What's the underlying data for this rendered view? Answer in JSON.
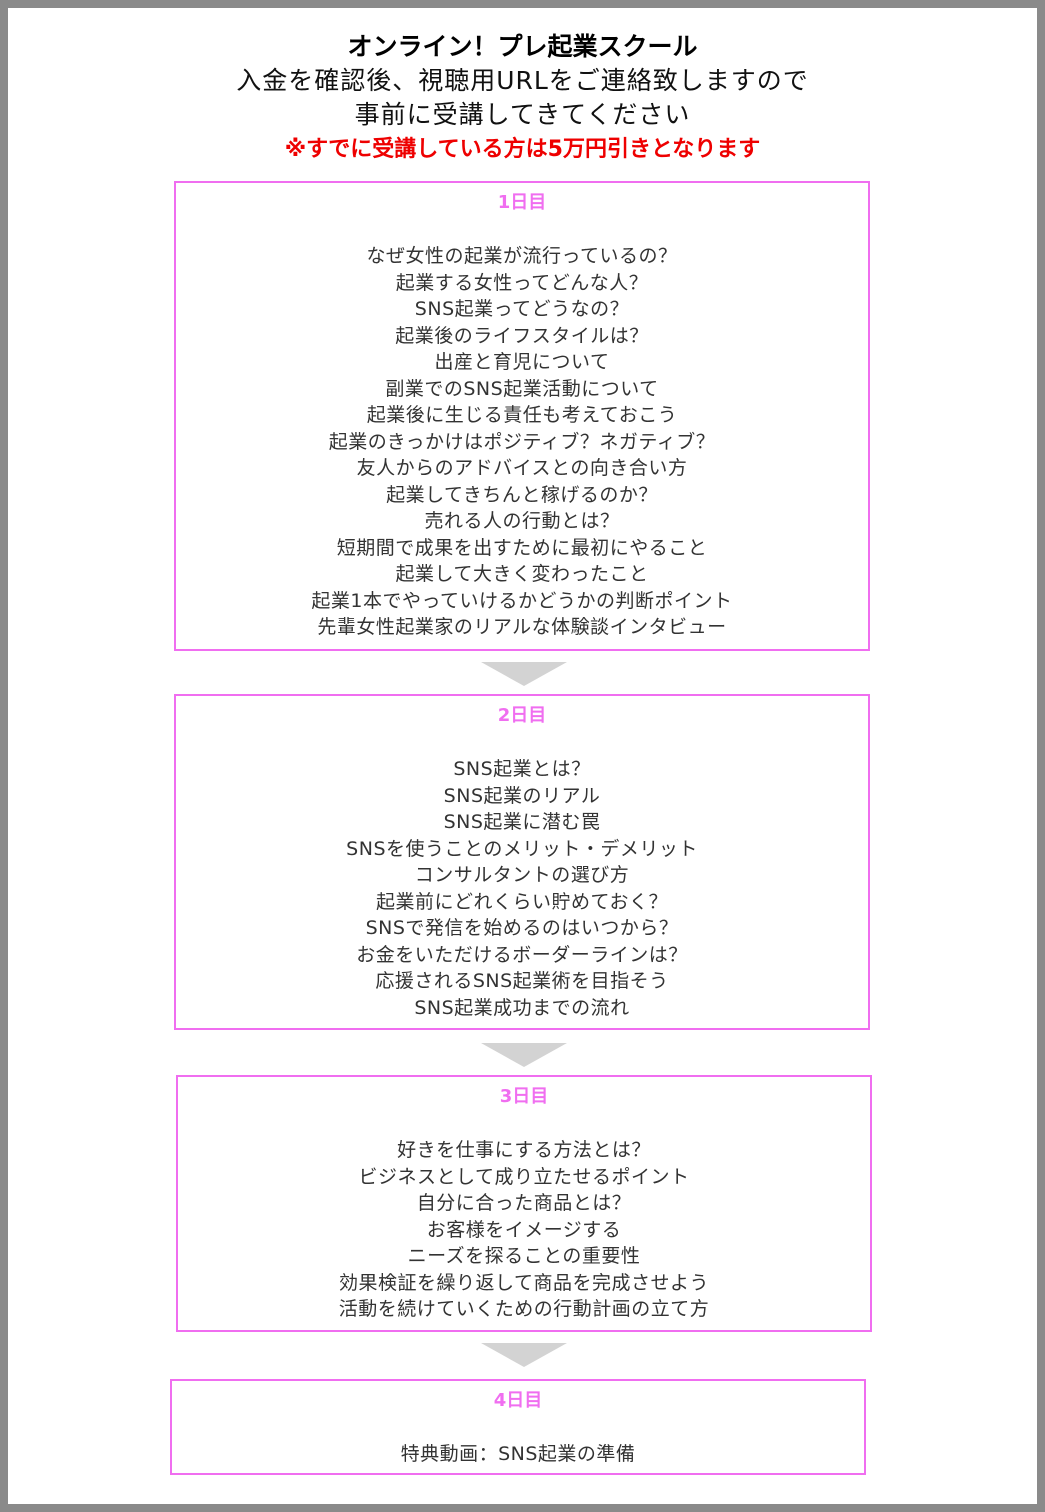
{
  "header": {
    "title": "オンライン！プレ起業スクール",
    "line1": "入金を確認後、視聴用URLをご連絡致しますので",
    "line2": "事前に受講してきてください",
    "note": "※すでに受講している方は5万円引きとなります"
  },
  "days": [
    {
      "label": "1日目",
      "items": [
        "なぜ女性の起業が流行っているの？",
        "起業する女性ってどんな人？",
        "SNS起業ってどうなの？",
        "起業後のライフスタイルは？",
        "出産と育児について",
        "副業でのSNS起業活動について",
        "起業後に生じる責任も考えておこう",
        "起業のきっかけはポジティブ？ネガティブ？",
        "友人からのアドバイスとの向き合い方",
        "起業してきちんと稼げるのか？",
        "売れる人の行動とは？",
        "短期間で成果を出すために最初にやること",
        "起業して大きく変わったこと",
        "起業1本でやっていけるかどうかの判断ポイント",
        "先輩女性起業家のリアルな体験談インタビュー"
      ]
    },
    {
      "label": "2日目",
      "items": [
        "SNS起業とは？",
        "SNS起業のリアル",
        "SNS起業に潜む罠",
        "SNSを使うことのメリット・デメリット",
        "コンサルタントの選び方",
        "起業前にどれくらい貯めておく？",
        "SNSで発信を始めるのはいつから？",
        "お金をいただけるボーダーラインは？",
        "応援されるSNS起業術を目指そう",
        "SNS起業成功までの流れ"
      ]
    },
    {
      "label": "3日目",
      "items": [
        "好きを仕事にする方法とは？",
        "ビジネスとして成り立たせるポイント",
        "自分に合った商品とは？",
        "お客様をイメージする",
        "ニーズを探ることの重要性",
        "効果検証を繰り返して商品を完成させよう",
        "活動を続けていくための行動計画の立て方"
      ]
    },
    {
      "label": "4日目",
      "items": [
        "特典動画：SNS起業の準備"
      ]
    }
  ],
  "colors": {
    "accent": "#f06ef0",
    "note": "#ee0000",
    "arrow": "#d3d3d3",
    "frame": "#8a8a8a"
  }
}
